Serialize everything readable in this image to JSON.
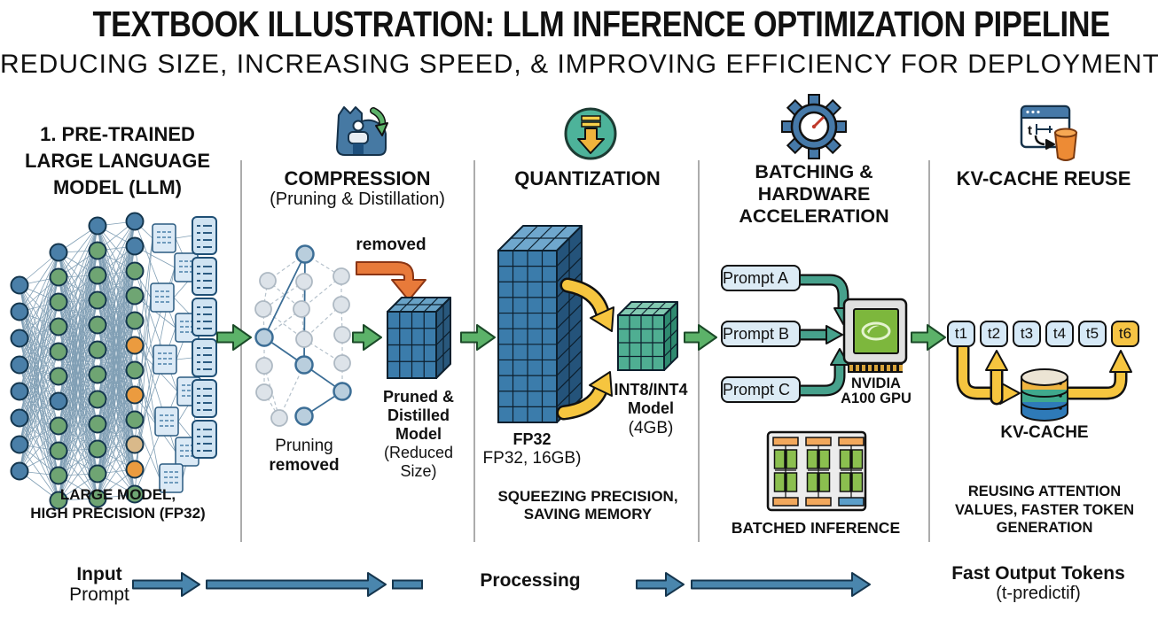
{
  "header": {
    "title": "TEXTBOOK ILLUSTRATION: LLM INFERENCE OPTIMIZATION PIPELINE",
    "subtitle": "REDUCING SIZE, INCREASING SPEED, & IMPROVING EFFICIENCY FOR DEPLOYMENT"
  },
  "stages": [
    {
      "id": "pretrained-llm",
      "title": "1. PRE-TRAINED\nLARGE LANGUAGE\nMODEL (LLM)",
      "caption": "LARGE MODEL,\nHIGH PRECISION (FP32)"
    },
    {
      "id": "compression",
      "title": "COMPRESSION",
      "subtitle": "(Pruning & Distillation)",
      "removed_label": "removed",
      "net_caption_line1": "Pruning",
      "net_caption_line2": "removed",
      "cube_caption_bold": "Pruned &\nDistilled\nModel",
      "cube_caption_normal": "(Reduced\nSize)"
    },
    {
      "id": "quantization",
      "title": "QUANTIZATION",
      "big_cube_label_bold": "FP32",
      "big_cube_label_normal": "FP32, 16GB)",
      "small_cube_label_bold": "INT8/INT4\nModel",
      "small_cube_label_normal": "(4GB)",
      "caption": "SQUEEZING PRECISION,\nSAVING MEMORY"
    },
    {
      "id": "batching",
      "title": "BATCHING &\nHARDWARE\nACCELERATION",
      "prompts": [
        "Prompt A",
        "Prompt B",
        "Prompt C"
      ],
      "gpu_label": "NVIDIA\nA100 GPU",
      "caption": "BATCHED INFERENCE"
    },
    {
      "id": "kv-cache-reuse",
      "title": "KV-CACHE REUSE",
      "icon_letter": "t",
      "tokens": [
        "t1",
        "t2",
        "t3",
        "t4",
        "t5",
        "t6"
      ],
      "cache_label": "KV-CACHE",
      "caption": "REUSING ATTENTION\nVALUES, FASTER TOKEN\nGENERATION"
    }
  ],
  "flow": {
    "input_line1": "Input",
    "input_line2": "Prompt",
    "processing_label": "Processing",
    "output_line1": "Fast Output Tokens",
    "output_line2": "(t-predictif)"
  },
  "colors": {
    "stage_arrow_green": "#5cb269",
    "flow_arrow_blue": "#4a86ad",
    "token_blue": "#d6e9f7",
    "token_highlight": "#f6c444",
    "kv_arrow_yellow": "#f6c53f",
    "prompt_arrow_teal": "#47a18c",
    "node_blue": "#4a7fa8",
    "node_green": "#6fa573",
    "node_orange": "#eb9b3f",
    "removed_arrow_orange": "#e87a3a",
    "nvidia_green": "#7db73d",
    "cube_blue": "#3b7cab",
    "cube_teal": "#4fae92"
  }
}
